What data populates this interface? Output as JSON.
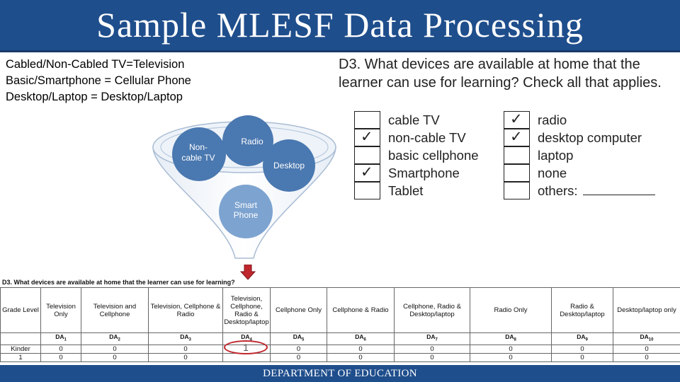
{
  "slide": {
    "title": "Sample MLESF Data Processing",
    "footer": "DEPARTMENT OF EDUCATION"
  },
  "legend": [
    "Cabled/Non-Cabled TV=Television",
    "Basic/Smartphone = Cellular Phone",
    "Desktop/Laptop = Desktop/Laptop"
  ],
  "question": {
    "line1": "D3. What devices are available at home that the",
    "line2": "learner can use for learning? Check all that applies."
  },
  "checklist_left": [
    {
      "label": "cable TV",
      "checked": ""
    },
    {
      "label": "non-cable TV",
      "checked": "✓"
    },
    {
      "label": "basic cellphone",
      "checked": ""
    },
    {
      "label": "Smartphone",
      "checked": "✓"
    },
    {
      "label": "Tablet",
      "checked": ""
    }
  ],
  "checklist_right": [
    {
      "label": "radio",
      "checked": "✓"
    },
    {
      "label": "desktop computer",
      "checked": "✓"
    },
    {
      "label": "laptop",
      "checked": ""
    },
    {
      "label": "none",
      "checked": ""
    },
    {
      "label": "others:",
      "checked": ""
    }
  ],
  "funnel": {
    "circles": {
      "non_cable_tv_1": "Non-",
      "non_cable_tv_2": "cable TV",
      "radio": "Radio",
      "desktop": "Desktop",
      "smart_phone_1": "Smart",
      "smart_phone_2": "Phone"
    },
    "colors": {
      "circle_dark": "#4a78b0",
      "circle_light": "#7da3d0",
      "arrow": "#c0272d"
    }
  },
  "table": {
    "title": "D3. What devices are available at home that the learner can use for learning?",
    "headers": [
      "Grade Level",
      "Television Only",
      "Television and Cellphone",
      "Television, Cellphone & Radio",
      "Television, Cellphone, Radio & Desktop/laptop",
      "Cellphone Only",
      "Cellphone & Radio",
      "Cellphone, Radio & Desktop/laptop",
      "Radio Only",
      "Radio & Desktop/laptop",
      "Desktop/laptop only"
    ],
    "codes": [
      "",
      "DA",
      "DA",
      "DA",
      "DA",
      "DA",
      "DA",
      "DA",
      "DA",
      "DA",
      "DA"
    ],
    "code_subs": [
      "",
      "1",
      "2",
      "3",
      "4",
      "5",
      "6",
      "7",
      "8",
      "9",
      "10"
    ],
    "rows": [
      [
        "Kinder",
        "0",
        "0",
        "0",
        "1",
        "0",
        "0",
        "0",
        "0",
        "0",
        "0"
      ],
      [
        "1",
        "0",
        "0",
        "0",
        "",
        "0",
        "0",
        "0",
        "0",
        "0",
        "0"
      ]
    ]
  }
}
